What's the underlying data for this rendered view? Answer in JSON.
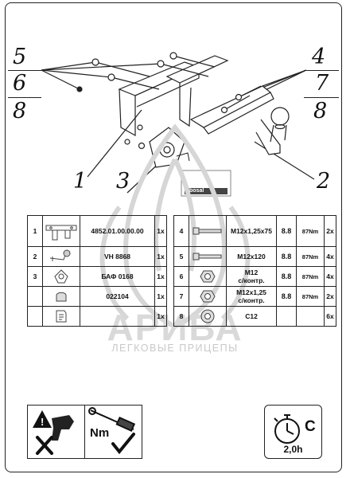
{
  "callouts": [
    "5",
    "6",
    "8",
    "4",
    "7",
    "8",
    "1",
    "3",
    "2"
  ],
  "brand": {
    "plate": "bosal"
  },
  "watermark": {
    "name": "АРИВА",
    "subtitle": "ЛЕГКОВЫЕ ПРИЦЕПЫ"
  },
  "parts_left": [
    {
      "num": "1",
      "code": "4852.01.00.00.00",
      "qty": "1x",
      "icon": "towbar-frame-icon"
    },
    {
      "num": "2",
      "code": "VH 8868",
      "qty": "1x",
      "icon": "tow-ball-icon"
    },
    {
      "num": "3",
      "code": "БАФ 0168",
      "qty": "1x",
      "icon": "socket-plate-icon"
    },
    {
      "num": "",
      "code": "022104",
      "qty": "1x",
      "icon": "ball-cap-icon"
    },
    {
      "num": "",
      "code": "",
      "qty": "1x",
      "icon": "instruction-sheet-icon"
    }
  ],
  "parts_right": [
    {
      "num": "4",
      "size": "M12x1,25x75",
      "class": "8.8",
      "torque": "87Nm",
      "qty": "2x",
      "icon": "bolt-icon"
    },
    {
      "num": "5",
      "size": "M12x120",
      "class": "8.8",
      "torque": "87Nm",
      "qty": "4x",
      "icon": "bolt-icon"
    },
    {
      "num": "6",
      "size": "M12",
      "size2": "с/контр.",
      "class": "8.8",
      "torque": "87Nm",
      "qty": "4x",
      "icon": "nut-icon"
    },
    {
      "num": "7",
      "size": "M12x1,25",
      "size2": "с/контр.",
      "class": "8.8",
      "torque": "87Nm",
      "qty": "2x",
      "icon": "nut-icon"
    },
    {
      "num": "8",
      "size": "C12",
      "class": "",
      "torque": "",
      "qty": "6x",
      "icon": "washer-icon"
    }
  ],
  "tools": {
    "torque_label": "Nm"
  },
  "time": {
    "value": "2,0h",
    "grade": "C"
  }
}
